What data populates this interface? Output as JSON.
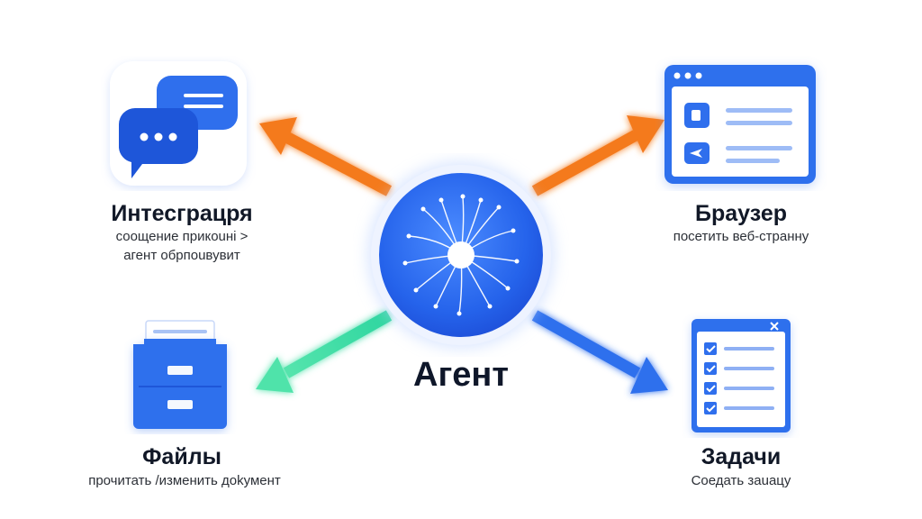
{
  "center": {
    "label": "Агент",
    "icon": "neural-network-icon"
  },
  "nodes": {
    "integration": {
      "title": "Интесграцря",
      "subtitle_line1": "соощение прикоuнi  >",
      "subtitle_line2": "агент обрпоuвувит",
      "icon": "chat-bubbles-icon",
      "arrow_color": "#F47A1F"
    },
    "browser": {
      "title": "Браузер",
      "subtitle": "посетить веб-странну",
      "icon": "browser-window-icon",
      "arrow_color": "#F47A1F"
    },
    "files": {
      "title": "Файлы",
      "subtitle": "прочитать /изменить доkумент",
      "icon": "file-cabinet-icon",
      "arrow_color": "#3FD89A"
    },
    "tasks": {
      "title": "Задачи",
      "subtitle": "Сoедать заuацу",
      "icon": "checklist-icon",
      "arrow_color": "#2F6FED"
    }
  },
  "colors": {
    "primary_blue": "#2F6FED",
    "deep_blue": "#1E56D9",
    "orange": "#F47A1F",
    "green": "#3FD89A"
  }
}
